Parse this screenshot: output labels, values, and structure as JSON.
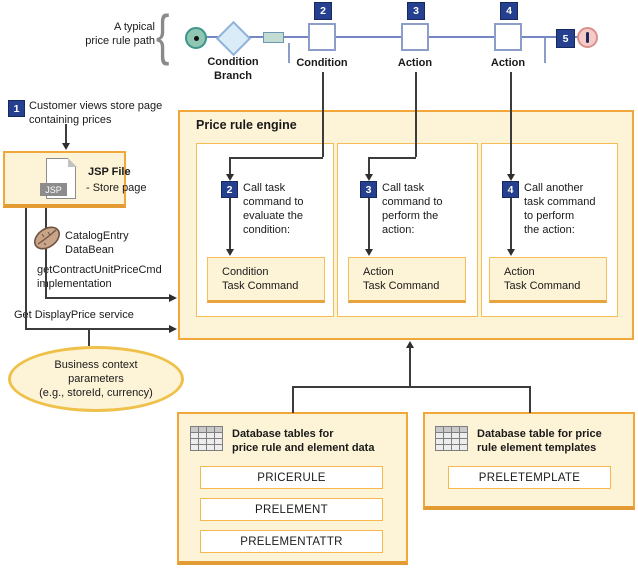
{
  "colors": {
    "cream": "#FDF3D6",
    "orange_border": "#F2A73B",
    "orange_shadow": "#E39C33",
    "navy_badge": "#24408E",
    "path_blue": "#7486C4",
    "node_border_blue": "#8B9DC8",
    "diamond_fill": "#DAECF8",
    "start_node_fill": "#8FC7B2",
    "end_node_fill": "#F7CACA"
  },
  "path": {
    "caption_line1": "A typical",
    "caption_line2": "price rule path",
    "brace_glyph": "{",
    "badge2": "2",
    "badge3": "3",
    "badge4": "4",
    "badge5": "5",
    "label_condition_branch_line1": "Condition",
    "label_condition_branch_line2": "Branch",
    "label_condition": "Condition",
    "label_action1": "Action",
    "label_action2": "Action",
    "end_node_glyph": "I"
  },
  "step1": {
    "badge": "1",
    "line1": "Customer views store page",
    "line2": "containing prices"
  },
  "jsp": {
    "icon_label": "JSP",
    "title": "JSP File",
    "subtitle": "- Store page"
  },
  "databean": {
    "line1": "CatalogEntry",
    "line2": "DataBean"
  },
  "calls": {
    "contract_line1": "getContractUnitPriceCmd",
    "contract_line2": "implementation",
    "display_price": "Get DisplayPrice service"
  },
  "context": {
    "line1": "Business context",
    "line2": "parameters",
    "line3": "(e.g., storeId, currency)"
  },
  "engine": {
    "title": "Price rule engine",
    "panels": [
      {
        "badge": "2",
        "text_lines": [
          "Call task",
          "command to",
          "evaluate the",
          "condition:"
        ],
        "task_line1": "Condition",
        "task_line2": "Task Command"
      },
      {
        "badge": "3",
        "text_lines": [
          "Call task",
          "command to",
          "perform the",
          "action:"
        ],
        "task_line1": "Action",
        "task_line2": "Task Command"
      },
      {
        "badge": "4",
        "text_lines": [
          "Call another",
          "task command",
          "to perform",
          "the action:"
        ],
        "task_line1": "Action",
        "task_line2": "Task Command"
      }
    ]
  },
  "databases": {
    "left": {
      "title_line1": "Database tables for",
      "title_line2": "price rule and element data",
      "tables": [
        "PRICERULE",
        "PRELEMENT",
        "PRELEMENTATTR"
      ]
    },
    "right": {
      "title_line1": "Database table for price",
      "title_line2": "rule element templates",
      "tables": [
        "PRELETEMPLATE"
      ]
    }
  }
}
